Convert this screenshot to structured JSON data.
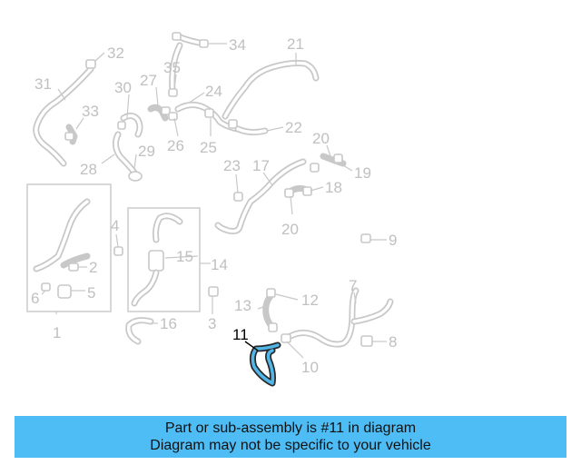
{
  "diagram": {
    "highlight_color": "#52b6e8",
    "part_color": "#c8c8c8",
    "highlighted_part": "11",
    "callouts": {
      "c1": "1",
      "c2": "2",
      "c3": "3",
      "c4": "4",
      "c5": "5",
      "c6": "6",
      "c7": "7",
      "c8": "8",
      "c9": "9",
      "c10": "10",
      "c11": "11",
      "c12": "12",
      "c13": "13",
      "c14": "14",
      "c15": "15",
      "c16": "16",
      "c17": "17",
      "c18": "18",
      "c19": "19",
      "c20a": "20",
      "c20b": "20",
      "c21": "21",
      "c22": "22",
      "c23": "23",
      "c24": "24",
      "c25": "25",
      "c26": "26",
      "c27": "27",
      "c28": "28",
      "c29": "29",
      "c30": "30",
      "c31": "31",
      "c32": "32",
      "c33": "33",
      "c34": "34",
      "c35": "35"
    }
  },
  "banner": {
    "line1": "Part or sub-assembly is #11 in diagram",
    "line2": "Diagram may not be specific to your vehicle",
    "background": "#4fbdf5"
  }
}
